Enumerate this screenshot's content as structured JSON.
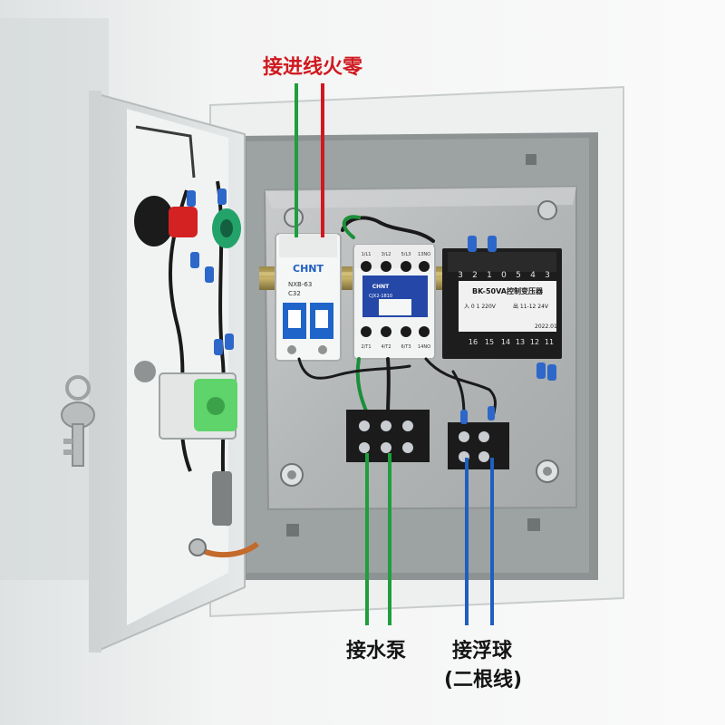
{
  "labels": {
    "incoming_line": "接进线火零",
    "water_pump": "接水泵",
    "float_ball": "接浮球",
    "float_ball_note": "(二根线)"
  },
  "devices": {
    "breaker_brand": "CHNT",
    "breaker_model": "NXB-63",
    "breaker_rating": "C32",
    "contactor_brand": "CHNT",
    "contactor_model": "CJX2-1810",
    "contactor_top_terminals": [
      "1/L1",
      "3/L2",
      "5/L3",
      "13NO"
    ],
    "contactor_bottom_terminals": [
      "2/T1",
      "4/T2",
      "6/T3",
      "14NO"
    ],
    "transformer_model": "BK-50VA控制变压器",
    "transformer_input": "入 0 1 220V",
    "transformer_output": "出 11-12 24V",
    "transformer_date": "2022.01",
    "transformer_top_terminals": [
      "3",
      "2",
      "1",
      "0",
      "5",
      "4",
      "3"
    ],
    "transformer_bottom_terminals": [
      "16",
      "15",
      "14",
      "13",
      "12",
      "11"
    ]
  },
  "colors": {
    "incoming_line_a": "#1f9e3c",
    "incoming_line_b": "#d0191f",
    "pump_lines": "#1f9e3c",
    "float_lines": "#1f5fbf",
    "enclosure": "#e9ecec",
    "backplate": "#b9bcbd"
  }
}
